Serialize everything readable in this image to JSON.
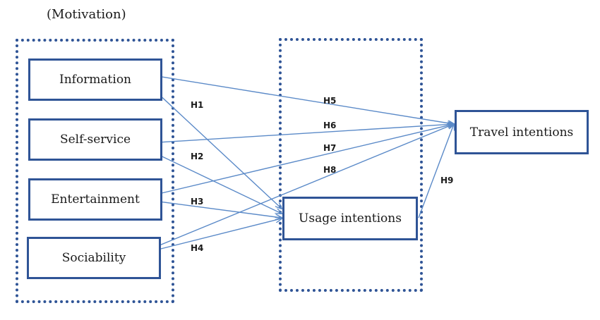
{
  "diagram": {
    "group_title": "(Motivation)",
    "nodes": {
      "information": "Information",
      "self_service": "Self-service",
      "entertainment": "Entertainment",
      "sociability": "Sociability",
      "usage_intentions": "Usage intentions",
      "travel_intentions": "Travel intentions"
    },
    "hypotheses": {
      "h1": "H1",
      "h2": "H2",
      "h3": "H3",
      "h4": "H4",
      "h5": "H5",
      "h6": "H6",
      "h7": "H7",
      "h8": "H8",
      "h9": "H9"
    },
    "edges": [
      {
        "from": "information",
        "to": "usage_intentions",
        "label": "H1"
      },
      {
        "from": "self_service",
        "to": "usage_intentions",
        "label": "H2"
      },
      {
        "from": "entertainment",
        "to": "usage_intentions",
        "label": "H3"
      },
      {
        "from": "sociability",
        "to": "usage_intentions",
        "label": "H4"
      },
      {
        "from": "information",
        "to": "travel_intentions",
        "label": "H5"
      },
      {
        "from": "self_service",
        "to": "travel_intentions",
        "label": "H6"
      },
      {
        "from": "entertainment",
        "to": "travel_intentions",
        "label": "H7"
      },
      {
        "from": "sociability",
        "to": "travel_intentions",
        "label": "H8"
      },
      {
        "from": "usage_intentions",
        "to": "travel_intentions",
        "label": "H9"
      }
    ],
    "colors": {
      "box_border": "#2f5496",
      "arrow": "#5b8ac8"
    }
  }
}
